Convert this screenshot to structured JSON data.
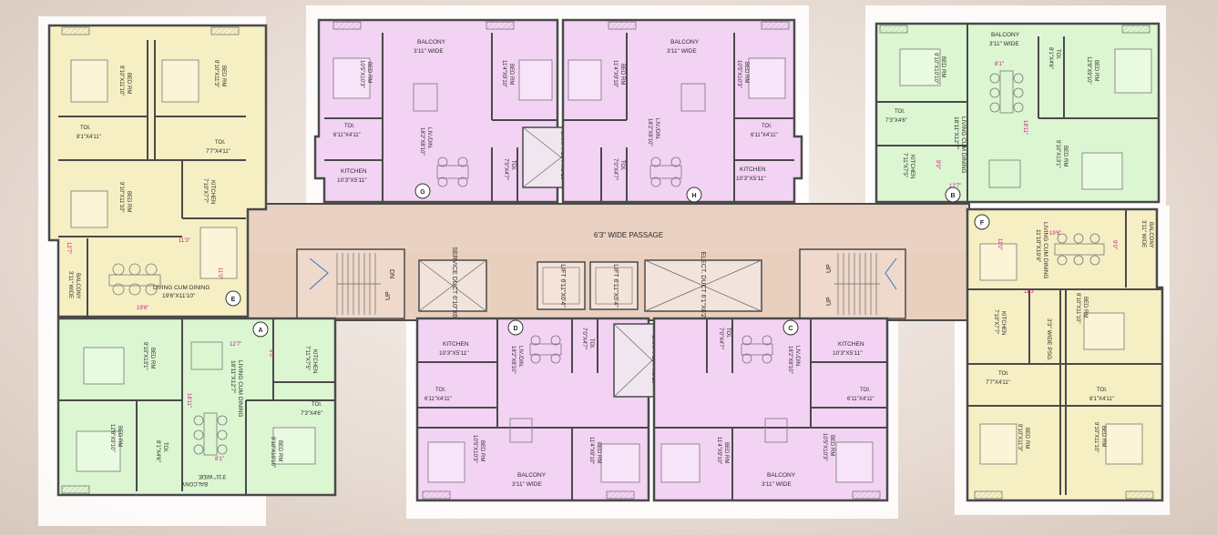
{
  "colors": {
    "apartment_a": "#f7efc4",
    "apartment_b": "#f3d3f3",
    "apartment_c": "#dcf6d2",
    "common": "#e9cfbe",
    "wall": "#4a4a4a",
    "dimension": "#c2207a"
  },
  "common_area": {
    "passage": "6'3\" WIDE PASSAGE",
    "stair_dn": "DN",
    "stair_up": "UP",
    "service_duct": "SERVICE DUCT 6'10\"X6'2\"",
    "lift_1": "LIFT 6'11\"X6'4\"",
    "lift_2": "LIFT 6'11\"X6'4\"",
    "elect_duct": "ELECT. DUCT 6'1\"X6'2\"",
    "shaft_top": "SHAFT 10'7\"X9'10\"",
    "shaft_bottom": "SHAFT 10'7\"X9'10\""
  },
  "unit_left_top": {
    "bed1": "BED RM",
    "bed1_dim": "9'10\"X11'10\"",
    "bed2": "BED RM",
    "bed2_dim": "9'10\"X11'3\"",
    "toi1": "TOI.",
    "toi1_dim": "8'1\"X4'11\"",
    "toi2": "TOI.",
    "toi2_dim": "7'7\"X4'11\"",
    "bed3": "BED RM",
    "bed3_dim": "9'10\"X11'10\"",
    "kitchen": "KITCHEN",
    "kitchen_dim": "7'10\"X7'7\"",
    "balcony": "BALCONY",
    "balcony_dim": "3'11\" WIDE",
    "living": "LIVING CUM DINING",
    "living_dim": "19'6\"X11'10\"",
    "marks": [
      "11'3\"",
      "11'0\"",
      "19'6\"",
      "12'7\""
    ],
    "door_tag": "E"
  },
  "unit_left_bottom": {
    "bed1": "BED RM",
    "bed1_dim": "9'10\"X13'1\"",
    "kitchen": "KITCHEN",
    "kitchen_dim": "7'11\"X7'5\"",
    "living": "LIVING CUM DINING",
    "living_dim": "18'11\"X12'7\"",
    "toi1": "TOI.",
    "toi1_dim": "7'3\"X4'6\"",
    "bed2": "BED RM",
    "bed2_dim": "12'8\"X9'10\"",
    "toi2": "TOI.",
    "toi2_dim": "8'1\"X4'6\"",
    "bed3": "BED RM",
    "bed3_dim": "9'10\"X10'10\"",
    "balcony": "BALCONY",
    "balcony_dim": "3'11\" WIDE",
    "marks": [
      "12'7\"",
      "18'11\"",
      "8'1\"",
      "9'0\""
    ],
    "door_tag": "A"
  },
  "unit_top_left": {
    "balcony": "BALCONY",
    "balcony_dim": "3'11\" WIDE",
    "bed1": "BED RM",
    "bed1_dim": "10'5\"X10'3\"",
    "bed2": "BED RM",
    "bed2_dim": "11'4\"X9'10\"",
    "toi1": "TOI.",
    "toi1_dim": "6'11\"X4'11\"",
    "liv": "LIV./DIN.",
    "liv_dim": "18'2\"X8'10\"",
    "toi2": "TOI.",
    "toi2_dim": "7'0\"X4'7\"",
    "kitchen": "KITCHEN",
    "kitchen_dim": "10'3\"X5'11\"",
    "door_tag": "G"
  },
  "unit_top_right": {
    "balcony": "BALCONY",
    "balcony_dim": "3'11\" WIDE",
    "bed1": "BED RM",
    "bed1_dim": "11'4\"X9'10\"",
    "bed2": "BED RM",
    "bed2_dim": "10'5\"X10'3\"",
    "liv": "LIV./DIN.",
    "liv_dim": "18'2\"X8'10\"",
    "toi1": "TOI.",
    "toi1_dim": "6'11\"X4'11\"",
    "toi2": "TOI.",
    "toi2_dim": "7'0\"X4'7\"",
    "kitchen": "KITCHEN",
    "kitchen_dim": "10'3\"X5'11\"",
    "door_tag": "H"
  },
  "unit_bottom_left": {
    "kitchen": "KITCHEN",
    "kitchen_dim": "10'3\"X5'11\"",
    "liv": "LIV./DIN.",
    "liv_dim": "18'2\"X8'10\"",
    "toi1": "TOI.",
    "toi1_dim": "7'0\"X4'7\"",
    "toi2": "TOI.",
    "toi2_dim": "6'11\"X4'11\"",
    "bed1": "BED RM",
    "bed1_dim": "10'5\"X10'3\"",
    "bed2": "BED RM",
    "bed2_dim": "11'4\"X9'10\"",
    "balcony": "BALCONY",
    "balcony_dim": "3'11\" WIDE",
    "door_tag": "D"
  },
  "unit_bottom_right": {
    "toi1": "TOI.",
    "toi1_dim": "7'0\"X4'7\"",
    "liv": "LIV./DIN.",
    "liv_dim": "18'2\"X8'10\"",
    "kitchen": "KITCHEN",
    "kitchen_dim": "10'3\"X5'11\"",
    "toi2": "TOI.",
    "toi2_dim": "6'11\"X4'11\"",
    "bed1": "BED RM",
    "bed1_dim": "11'4\"X9'10\"",
    "bed2": "BED RM",
    "bed2_dim": "10'5\"X10'3\"",
    "balcony": "BALCONY",
    "balcony_dim": "3'11\" WIDE",
    "door_tag": "C"
  },
  "unit_right_top": {
    "balcony": "BALCONY",
    "balcony_dim": "3'11\" WIDE",
    "bed1": "BED RM",
    "bed1_dim": "9'10\"X10'10\"",
    "toi1": "TOI.",
    "toi1_dim": "8'1\"X4'6\"",
    "bed2": "BED RM",
    "bed2_dim": "12'8\"X9'10\"",
    "toi2": "TOI.",
    "toi2_dim": "7'3\"X4'6\"",
    "living": "LIVING CUM DINING",
    "living_dim": "18'11\"X12'7\"",
    "kitchen": "KITCHEN",
    "kitchen_dim": "7'11\"X7'5\"",
    "bed3": "BED RM",
    "bed3_dim": "9'10\"X13'1\"",
    "marks": [
      "8'1\"",
      "18'11\"",
      "9'0\"",
      "12'7\""
    ],
    "door_tag": "B"
  },
  "unit_right_bottom": {
    "living": "LIVING CUM DINING",
    "living_dim": "11'10\"X19'6\"",
    "balcony": "BALCONY",
    "balcony_dim": "3'11\" WIDE",
    "bed1": "BED RM",
    "bed1_dim": "9'10\"X11'10\"",
    "kitchen": "KITCHEN",
    "kitchen_dim": "7'10\"X7'7\"",
    "psg": "3'3\" WIDE PSG.",
    "toi1": "TOI.",
    "toi1_dim": "7'7\"X4'11\"",
    "toi2": "TOI.",
    "toi2_dim": "8'1\"X4'11\"",
    "bed2": "BED RM",
    "bed2_dim": "9'10\"X11'3\"",
    "bed3": "BED RM",
    "bed3_dim": "9'10\"X11'10\"",
    "marks": [
      "11'0\"",
      "19'6\"",
      "9'0\"",
      "11'3\""
    ],
    "door_tag": "F"
  }
}
